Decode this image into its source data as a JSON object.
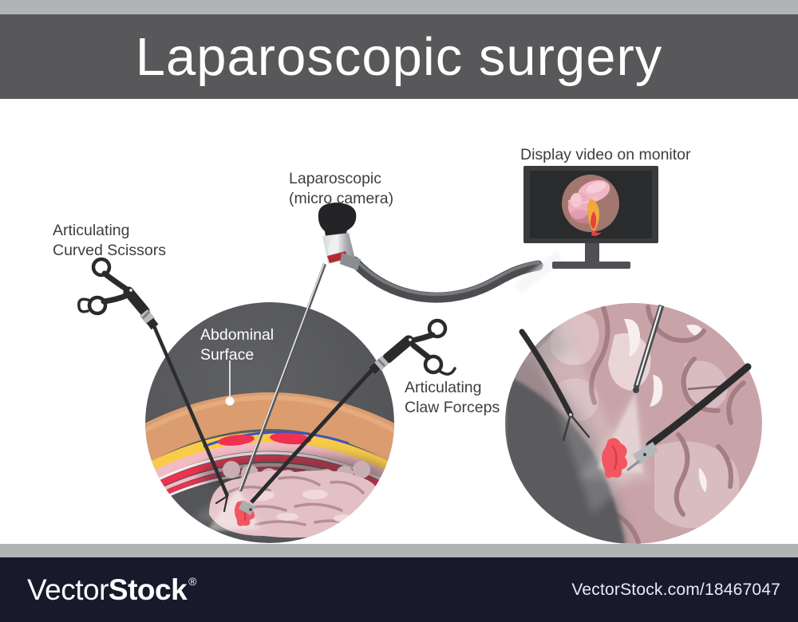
{
  "title": "Laparoscopic surgery",
  "labels": {
    "monitor_label": "Display video on monitor",
    "camera_label_line1": "Laparoscopic",
    "camera_label_line2": "(micro camera)",
    "scissors_label_line1": "Articulating",
    "scissors_label_line2": "Curved Scissors",
    "abdominal_label_line1": "Abdominal",
    "abdominal_label_line2": "Surface",
    "forceps_label_line1": "Articulating",
    "forceps_label_line2": "Claw Forceps"
  },
  "footer": {
    "brand_light": "Vector",
    "brand_bold": "Stock",
    "registered_mark": "®",
    "image_ref": "VectorStock.com/18467047"
  },
  "colors": {
    "top_strip_gray": "#b2b3b5",
    "banner_gray": "#58585a",
    "footer_navy": "#181a2c",
    "label_text": "#3e3e40",
    "circle_gray": "#58595c",
    "skin_tan": "#db9d6f",
    "fat_yellow": "#f8cb49",
    "fascia_pink": "#f3bbc4",
    "muscle_red": "#ee3150",
    "vessel_blue": "#3b55c0",
    "intestine_pink": "#e3c0c6",
    "tissue_mauve": "#c8a4a8",
    "vein_mauve": "#a57d85",
    "instrument_black": "#2b2b2d",
    "steel_silver": "#b9bcbe",
    "cable_gray": "#4b4d50",
    "monitor_frame": "#3a3b3d",
    "screen_dark": "#2a2b2d",
    "endo_view_brown": "#a2776f",
    "organ_pink": "#f1b7c6",
    "inflamed_orange": "#f1a83c",
    "inflamed_red": "#e6423e",
    "tissue_highlight_red": "#f4565f"
  }
}
